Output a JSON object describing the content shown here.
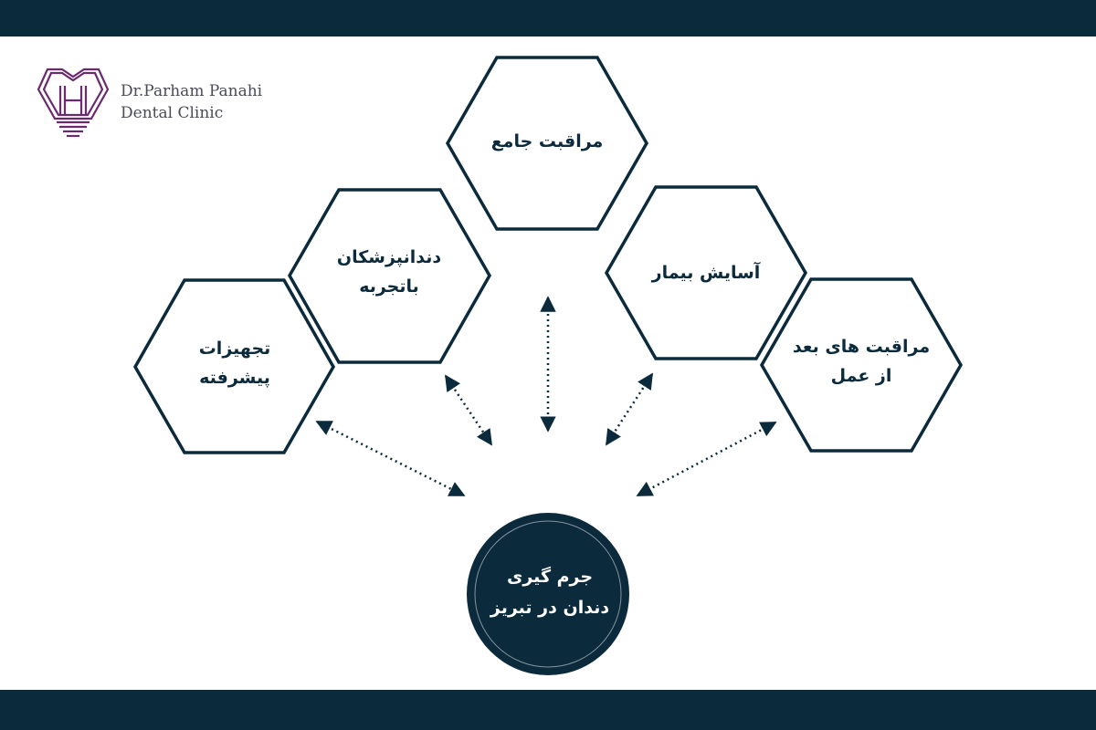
{
  "logo": {
    "line1": "Dr.Parham Panahi",
    "line2": "Dental Clinic",
    "mark_color": "#6b2a6e"
  },
  "colors": {
    "bar": "#0b2a3c",
    "stroke": "#0b2a3c",
    "center_fill": "#0b2a3c",
    "text": "#0b2a3c"
  },
  "center": {
    "line1": "جرم گیری",
    "line2": "دندان در تبریز"
  },
  "nodes": [
    {
      "line1": "مراقبت جامع",
      "line2": ""
    },
    {
      "line1": "دندانپزشکان",
      "line2": "باتجربه"
    },
    {
      "line1": "آسایش بیمار",
      "line2": ""
    },
    {
      "line1": "تجهیزات",
      "line2": "پیشرفته"
    },
    {
      "line1": "مراقبت های بعد",
      "line2": "از عمل"
    }
  ]
}
